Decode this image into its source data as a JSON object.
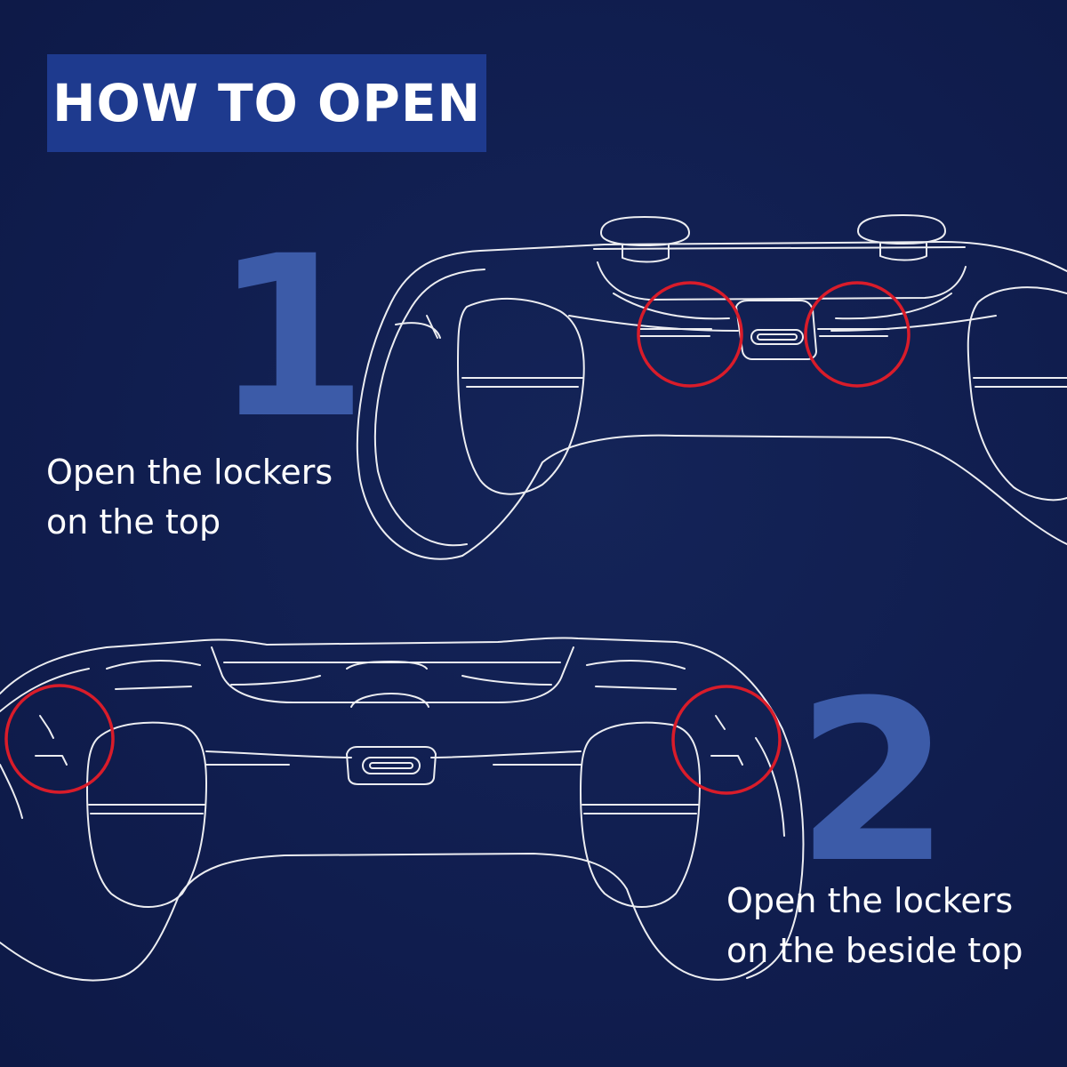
{
  "title": "HOW TO OPEN",
  "steps": [
    {
      "number": "1",
      "line1": "Open the lockers",
      "line2": "on the top"
    },
    {
      "number": "2",
      "line1": "Open the lockers",
      "line2": "on the beside top"
    }
  ],
  "colors": {
    "background": "#101d4e",
    "banner": "#1e3a8e",
    "step_number": "#3c5ba8",
    "outline": "#ffffff",
    "highlight_circle": "#d91c2a"
  },
  "icons": [
    "controller-top-view-icon",
    "controller-front-view-icon",
    "locker-highlight-circle-icon"
  ]
}
